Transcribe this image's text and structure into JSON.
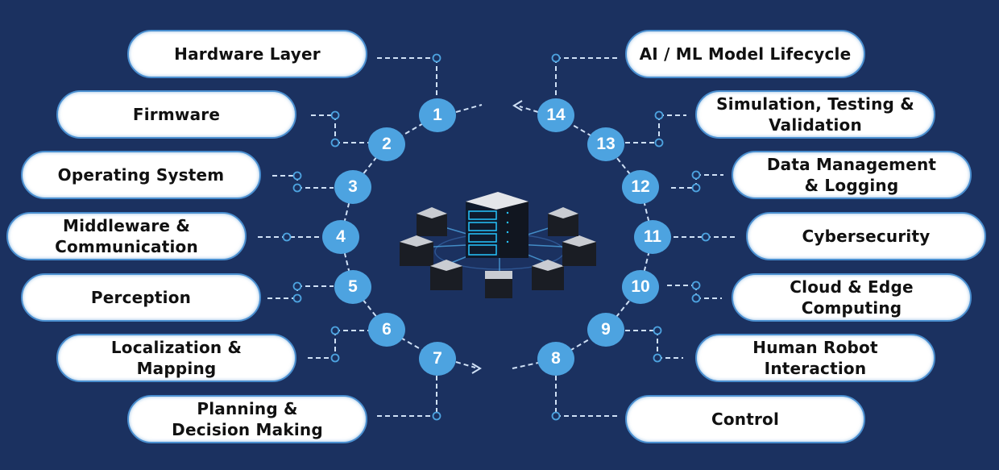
{
  "title": "Robotics Software Stack Layers",
  "colors": {
    "background": "#1b3160",
    "node": "#4da3e0",
    "connector": "#cfe0f5",
    "pill_border": "#4a8fd0"
  },
  "center_graphic": {
    "icon": "server-network-icon",
    "description": "central server connected to seven server units"
  },
  "layers": [
    {
      "number": "1",
      "label": "Hardware Layer"
    },
    {
      "number": "2",
      "label": "Firmware"
    },
    {
      "number": "3",
      "label": "Operating System"
    },
    {
      "number": "4",
      "label": "Middleware &\nCommunication"
    },
    {
      "number": "5",
      "label": "Perception"
    },
    {
      "number": "6",
      "label": "Localization &\nMapping"
    },
    {
      "number": "7",
      "label": "Planning &\nDecision Making"
    },
    {
      "number": "8",
      "label": "Control"
    },
    {
      "number": "9",
      "label": "Human Robot\nInteraction"
    },
    {
      "number": "10",
      "label": "Cloud & Edge\nComputing"
    },
    {
      "number": "11",
      "label": "Cybersecurity"
    },
    {
      "number": "12",
      "label": "Data Management\n& Logging"
    },
    {
      "number": "13",
      "label": "Simulation, Testing &\nValidation"
    },
    {
      "number": "14",
      "label": "AI / ML Model Lifecycle"
    }
  ]
}
